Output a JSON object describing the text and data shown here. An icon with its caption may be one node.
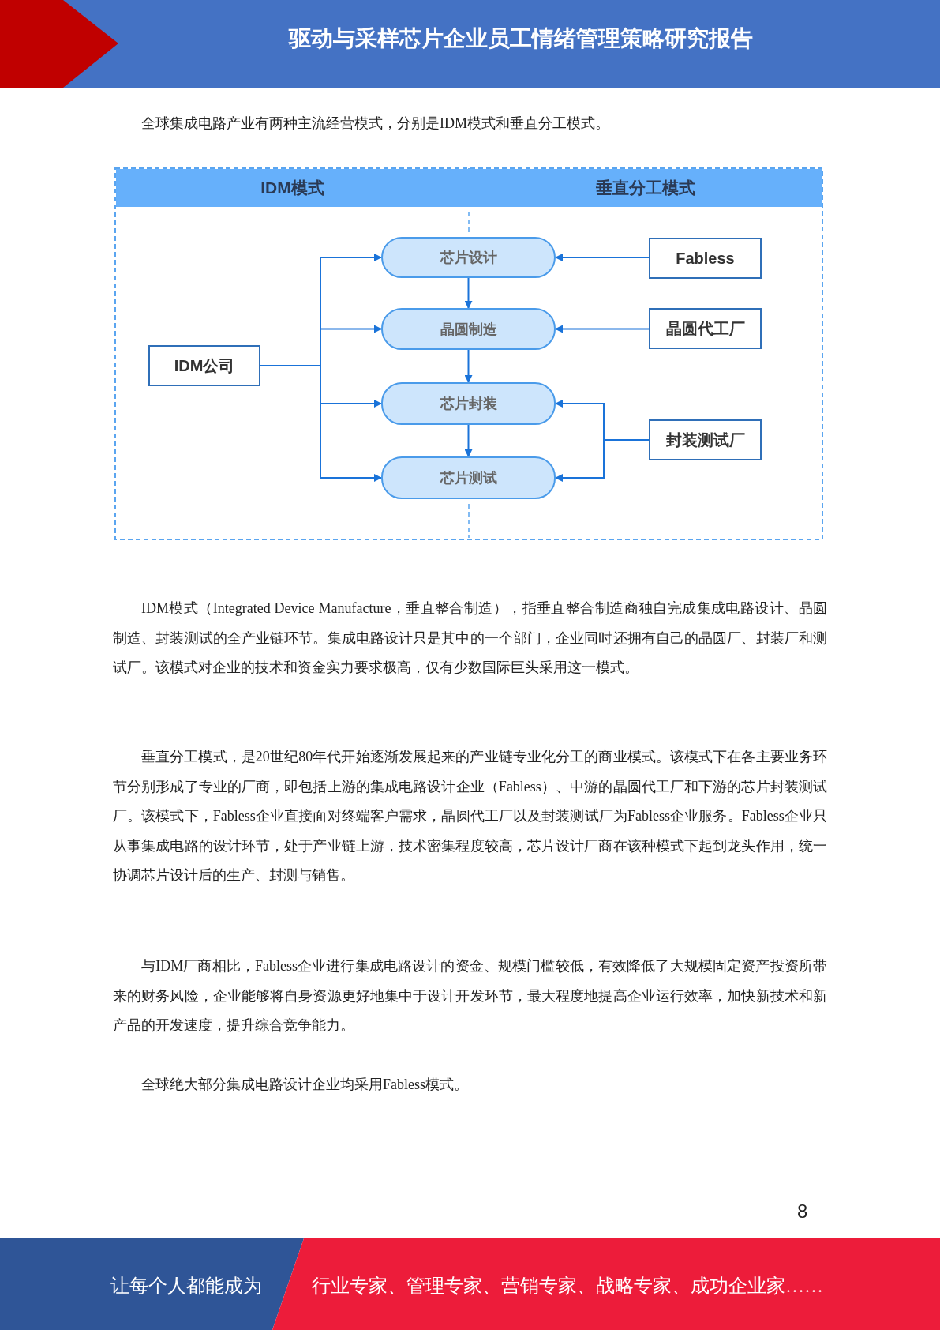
{
  "diagram": {
    "title": "驱动与采样芯片企业员工情绪管理策略研究报告",
    "nodes": [
      {
        "text": [
          "IDM模式"
        ]
      },
      {
        "text": [
          "垂直分工模式"
        ]
      },
      {
        "text": [
          "芯片设计"
        ]
      },
      {
        "text": [
          "晶圆制造"
        ]
      },
      {
        "text": [
          "芯片封装"
        ]
      },
      {
        "text": [
          "芯片测试"
        ]
      },
      {
        "text": [
          "IDM公司"
        ]
      },
      {
        "text": [
          "Fabless"
        ]
      },
      {
        "text": [
          "晶圆代工厂"
        ]
      },
      {
        "text": [
          "封装测试厂"
        ]
      }
    ],
    "edges": [
      {
        "from": 2,
        "to": 3,
        "arrow": "to"
      },
      {
        "from": 3,
        "to": 4,
        "arrow": "to"
      },
      {
        "from": 4,
        "to": 5,
        "arrow": "to"
      },
      {
        "from": 6,
        "to": 2,
        "arrow": "to"
      },
      {
        "from": 6,
        "to": 3,
        "arrow": "to"
      },
      {
        "from": 6,
        "to": 4,
        "arrow": "to"
      },
      {
        "from": 6,
        "to": 5,
        "arrow": "to"
      },
      {
        "from": 7,
        "to": 2,
        "arrow": "to"
      },
      {
        "from": 8,
        "to": 3,
        "arrow": "to"
      },
      {
        "from": 9,
        "to": 4,
        "arrow": "to"
      },
      {
        "from": 9,
        "to": 5,
        "arrow": "to"
      }
    ],
    "labels": [
      "全球集成电路产业有两种主流经营模式，分别是IDM模式和垂直分工模式。",
      "IDM模式（Integrated Device Manufacture，垂直整合制造），指垂直整合制造商独自完成集成电路设计、晶圆制造、封装测试的全产业链环节。集成电路设计只是其中的一个部门，企业同时还拥有自己的晶圆厂、封装厂和测试厂。该模式对企业的技术和资金实力要求极高，仅有少数国际巨头采用这一模式。",
      "垂直分工模式，是20世纪80年代开始逐渐发展起来的产业链专业化分工的商业模式。该模式下在各主要业务环节分别形成了专业的厂商，即包括上游的集成电路设计企业（Fabless）、中游的晶圆代工厂和下游的芯片封装测试厂。该模式下，Fabless企业直接面对终端客户需求，晶圆代工厂以及封装测试厂为Fabless企业服务。Fabless企业只从事集成电路的设计环节，处于产业链上游，技术密集程度较高，芯片设计厂商在该种模式下起到龙头作用，统一协调芯片设计后的生产、封测与销售。",
      "与IDM厂商相比，Fabless企业进行集成电路设计的资金、规模门槛较低，有效降低了大规模固定资产投资所带来的财务风险，企业能够将自身资源更好地集中于设计开发环节，最大程度地提高企业运行效率，加快新技术和新产品的开发速度，提升综合竞争能力。",
      "全球绝大部分集成电路设计企业均采用Fabless模式。",
      "8",
      "让每个人都能成为",
      "行业专家、管理专家、营销专家、战略专家、成功企业家……"
    ]
  }
}
